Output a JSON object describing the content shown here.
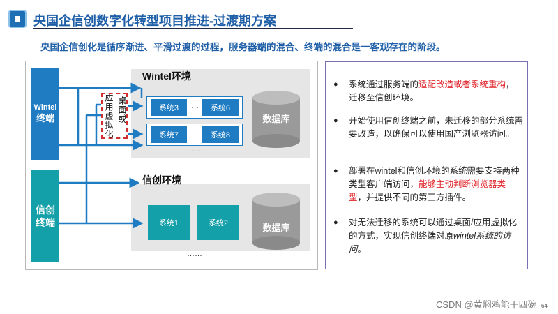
{
  "header": {
    "title": "央国企信创数字化转型项目推进-过渡期方案",
    "subtitle": "央国企信创化是循序渐进、平滑过渡的过程，服务器端的混合、终端的混合是一客观存在的阶段。",
    "logo_icon": "chip-icon"
  },
  "diagram": {
    "terminal_wintel": [
      "Wintel",
      "终端"
    ],
    "terminal_xc": [
      "信创",
      "终端"
    ],
    "wintel_env_label": "Wintel环境",
    "xc_env_label": "信创环境",
    "virtualization_label_1": "应用虚拟化",
    "virtualization_label_2": "桌面或",
    "wintel_systems": [
      "系统3",
      "系统6",
      "系统7",
      "系统8"
    ],
    "xc_systems": [
      "系统1",
      "系统2"
    ],
    "ellipsis_small": "…",
    "ellipsis": "……",
    "database_label": "数据库",
    "colors": {
      "blue": "#1f7cc3",
      "teal": "#14a0a8",
      "gray_db": "#9a9a9a",
      "red_dash": "#d03030"
    }
  },
  "bullets": [
    {
      "parts": [
        {
          "t": "系统通过服务端的",
          "c": ""
        },
        {
          "t": "适配改造或者系统重构",
          "c": "red"
        },
        {
          "t": "，迁移至信创环境。",
          "c": ""
        }
      ]
    },
    {
      "parts": [
        {
          "t": "开始使用信创终端之前，未迁移的部分系统需要改造，以确保可以使用国产浏览器访问。",
          "c": ""
        }
      ]
    },
    {
      "parts": [
        {
          "t": "部署在wintel和信创环境的系统需要支持两种类型客户端访问，",
          "c": ""
        },
        {
          "t": "能够主动判断浏览器类型",
          "c": "red"
        },
        {
          "t": "，并提供不同的第三方插件。",
          "c": ""
        }
      ]
    },
    {
      "parts": [
        {
          "t": "对无法迁移的系统可以通过桌面/应用虚拟化的方式，实现信创终端对原",
          "c": ""
        },
        {
          "t": "wintel系统的访问",
          "c": "ital"
        },
        {
          "t": "。",
          "c": ""
        }
      ]
    }
  ],
  "bullet_symbol": "●",
  "footer": {
    "watermark": "CSDN @黄焖鸡能干四碗",
    "page": "64"
  }
}
